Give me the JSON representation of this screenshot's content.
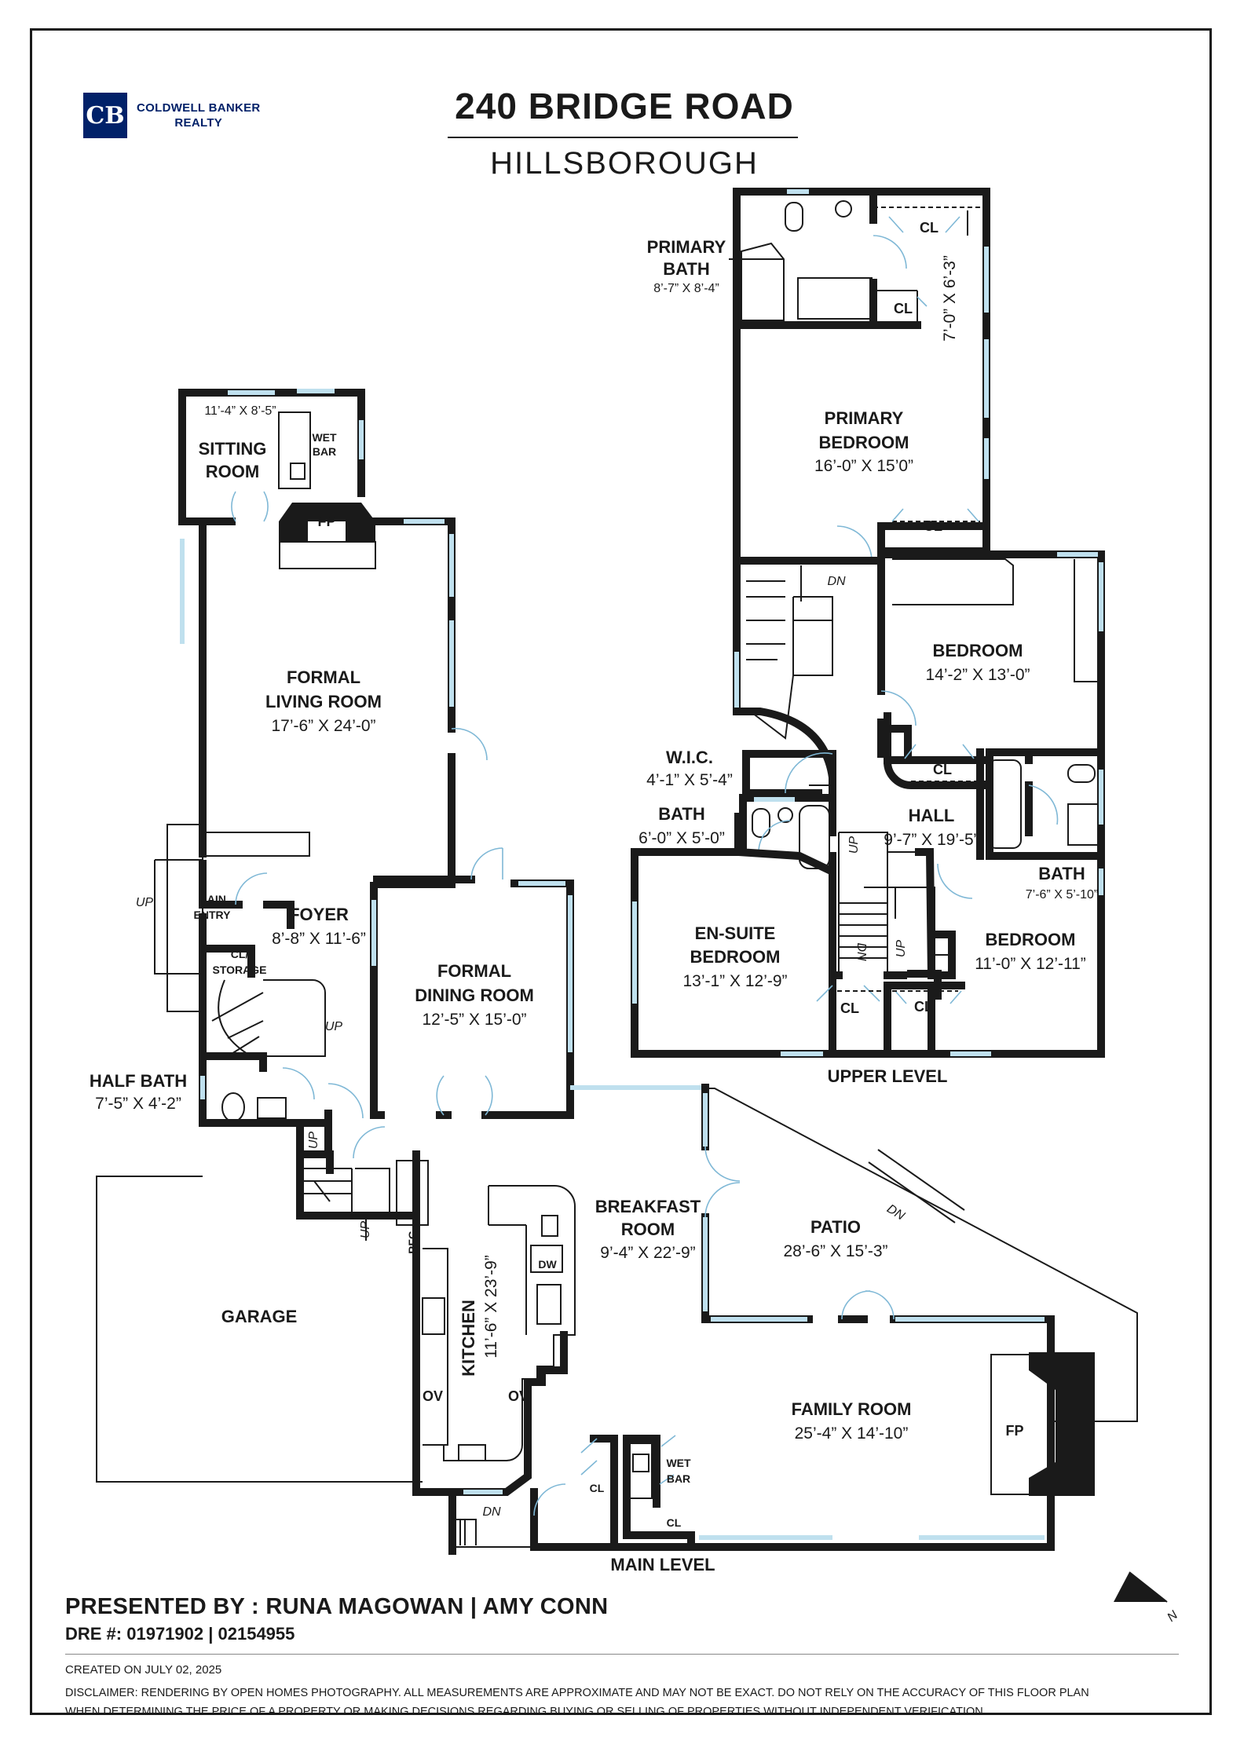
{
  "brand": {
    "logo_letters": "CB",
    "line1": "COLDWELL BANKER",
    "line2": "REALTY"
  },
  "header": {
    "title": "240 BRIDGE ROAD",
    "subtitle": "HILLSBOROUGH"
  },
  "main_level": {
    "label": "MAIN LEVEL",
    "rooms": {
      "sitting_room": {
        "name1": "SITTING",
        "name2": "ROOM",
        "dims": "11’-4” X 8’-5”"
      },
      "formal_living": {
        "name1": "FORMAL",
        "name2": "LIVING ROOM",
        "dims": "17’-6” X 24’-0”"
      },
      "foyer": {
        "name": "FOYER",
        "dims": "8’-8” X 11’-6”"
      },
      "formal_dining": {
        "name1": "FORMAL",
        "name2": "DINING ROOM",
        "dims": "12’-5” X 15’-0”"
      },
      "half_bath": {
        "name": "HALF BATH",
        "dims": "7’-5” X 4’-2”"
      },
      "garage": {
        "name": "GARAGE"
      },
      "kitchen": {
        "name": "KITCHEN",
        "dims": "11’-6” X 23’-9”"
      },
      "breakfast": {
        "name1": "BREAKFAST",
        "name2": "ROOM",
        "dims": "9’-4” X 22’-9”"
      },
      "patio": {
        "name": "PATIO",
        "dims": "28’-6” X 15’-3”"
      },
      "family_room": {
        "name": "FAMILY ROOM",
        "dims": "25’-4” X 14’-10”"
      }
    },
    "fixtures": {
      "wet_bar_top_1": "WET",
      "wet_bar_top_2": "BAR",
      "fp_top": "FP",
      "main_entry_1": "MAIN",
      "main_entry_2": "ENTRY",
      "cl_storage_1": "CL/",
      "cl_storage_2": "STORAGE",
      "up_entry": "UP",
      "up_foyer": "UP",
      "up_stair_a": "UP",
      "up_stair_b": "UP",
      "rfg": "RFG",
      "dw": "DW",
      "ov_left": "OV",
      "ov_right": "OV",
      "dn_patio": "DN",
      "dn_bottom": "DN",
      "cl_family": "CL",
      "cl_family_2": "CL",
      "wet_bar_bottom_1": "WET",
      "wet_bar_bottom_2": "BAR",
      "fp_family": "FP"
    }
  },
  "upper_level": {
    "label": "UPPER LEVEL",
    "rooms": {
      "primary_bath": {
        "name1": "PRIMARY",
        "name2": "BATH",
        "dims": "8’-7” X 8’-4”"
      },
      "primary_closet": {
        "dims": "7’-0” X 6’-3”"
      },
      "primary_bedroom": {
        "name1": "PRIMARY",
        "name2": "BEDROOM",
        "dims": "16’-0” X 15’0”"
      },
      "bedroom_1": {
        "name": "BEDROOM",
        "dims": "14’-2” X 13’-0”"
      },
      "wic": {
        "name": "W.I.C.",
        "dims": "4’-1” X 5’-4”"
      },
      "bath_1": {
        "name": "BATH",
        "dims": "6’-0” X 5’-0”"
      },
      "hall": {
        "name": "HALL",
        "dims": "9’-7” X 19’-5”"
      },
      "bath_2": {
        "name": "BATH",
        "dims": "7’-6” X 5’-10”"
      },
      "en_suite": {
        "name1": "EN-SUITE",
        "name2": "BEDROOM",
        "dims": "13’-1” X 12’-9”"
      },
      "bedroom_2": {
        "name": "BEDROOM",
        "dims": "11’-0” X 12’-11”"
      }
    },
    "fixtures": {
      "cl_1": "CL",
      "cl_2": "CL",
      "cl_3": "CL",
      "cl_4": "CL",
      "cl_5": "CL",
      "cl_6": "CL",
      "dn_1": "DN",
      "dn_2": "DN",
      "up_1": "UP",
      "up_2": "UP"
    }
  },
  "compass": {
    "label": "N"
  },
  "footer": {
    "presented_by": "PRESENTED BY : RUNA MAGOWAN | AMY CONN",
    "dre": "DRE #: 01971902 | 02154955",
    "created": "CREATED ON JULY 02, 2025",
    "disclaimer_1": "DISCLAIMER: RENDERING BY OPEN HOMES PHOTOGRAPHY. ALL MEASUREMENTS ARE APPROXIMATE AND MAY NOT BE EXACT. DO NOT RELY ON THE ACCURACY OF THIS FLOOR PLAN",
    "disclaimer_2": "WHEN DETERMINING THE PRICE OF A PROPERTY OR MAKING DECISIONS REGARDING BUYING OR SELLING OF PROPERTIES WITHOUT INDEPENDENT VERIFICATION."
  }
}
